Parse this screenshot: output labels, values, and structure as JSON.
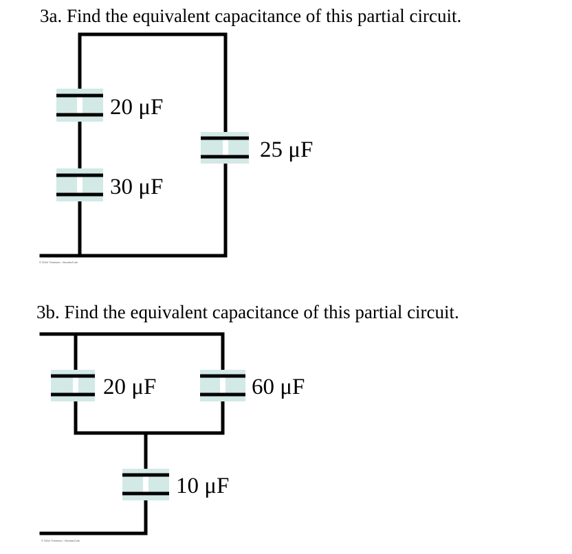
{
  "problem_a": {
    "heading": "3a. Find the equivalent capacitance of this partial circuit.",
    "capacitors": [
      {
        "id": "c1",
        "label": "20 μF"
      },
      {
        "id": "c2",
        "label": "30 μF"
      },
      {
        "id": "c3",
        "label": "25 μF"
      }
    ],
    "credit": "© 2004 Thomson - Brooks/Cole"
  },
  "problem_b": {
    "heading": "3b. Find the equivalent capacitance of this partial circuit.",
    "capacitors": [
      {
        "id": "c1",
        "label": "20 μF"
      },
      {
        "id": "c2",
        "label": "60 μF"
      },
      {
        "id": "c3",
        "label": "10 μF"
      }
    ],
    "credit": "© 2004 Thomson - Brooks/Cole"
  },
  "colors": {
    "capacitor_fill": "#d2e9e6",
    "wire": "#000000"
  }
}
